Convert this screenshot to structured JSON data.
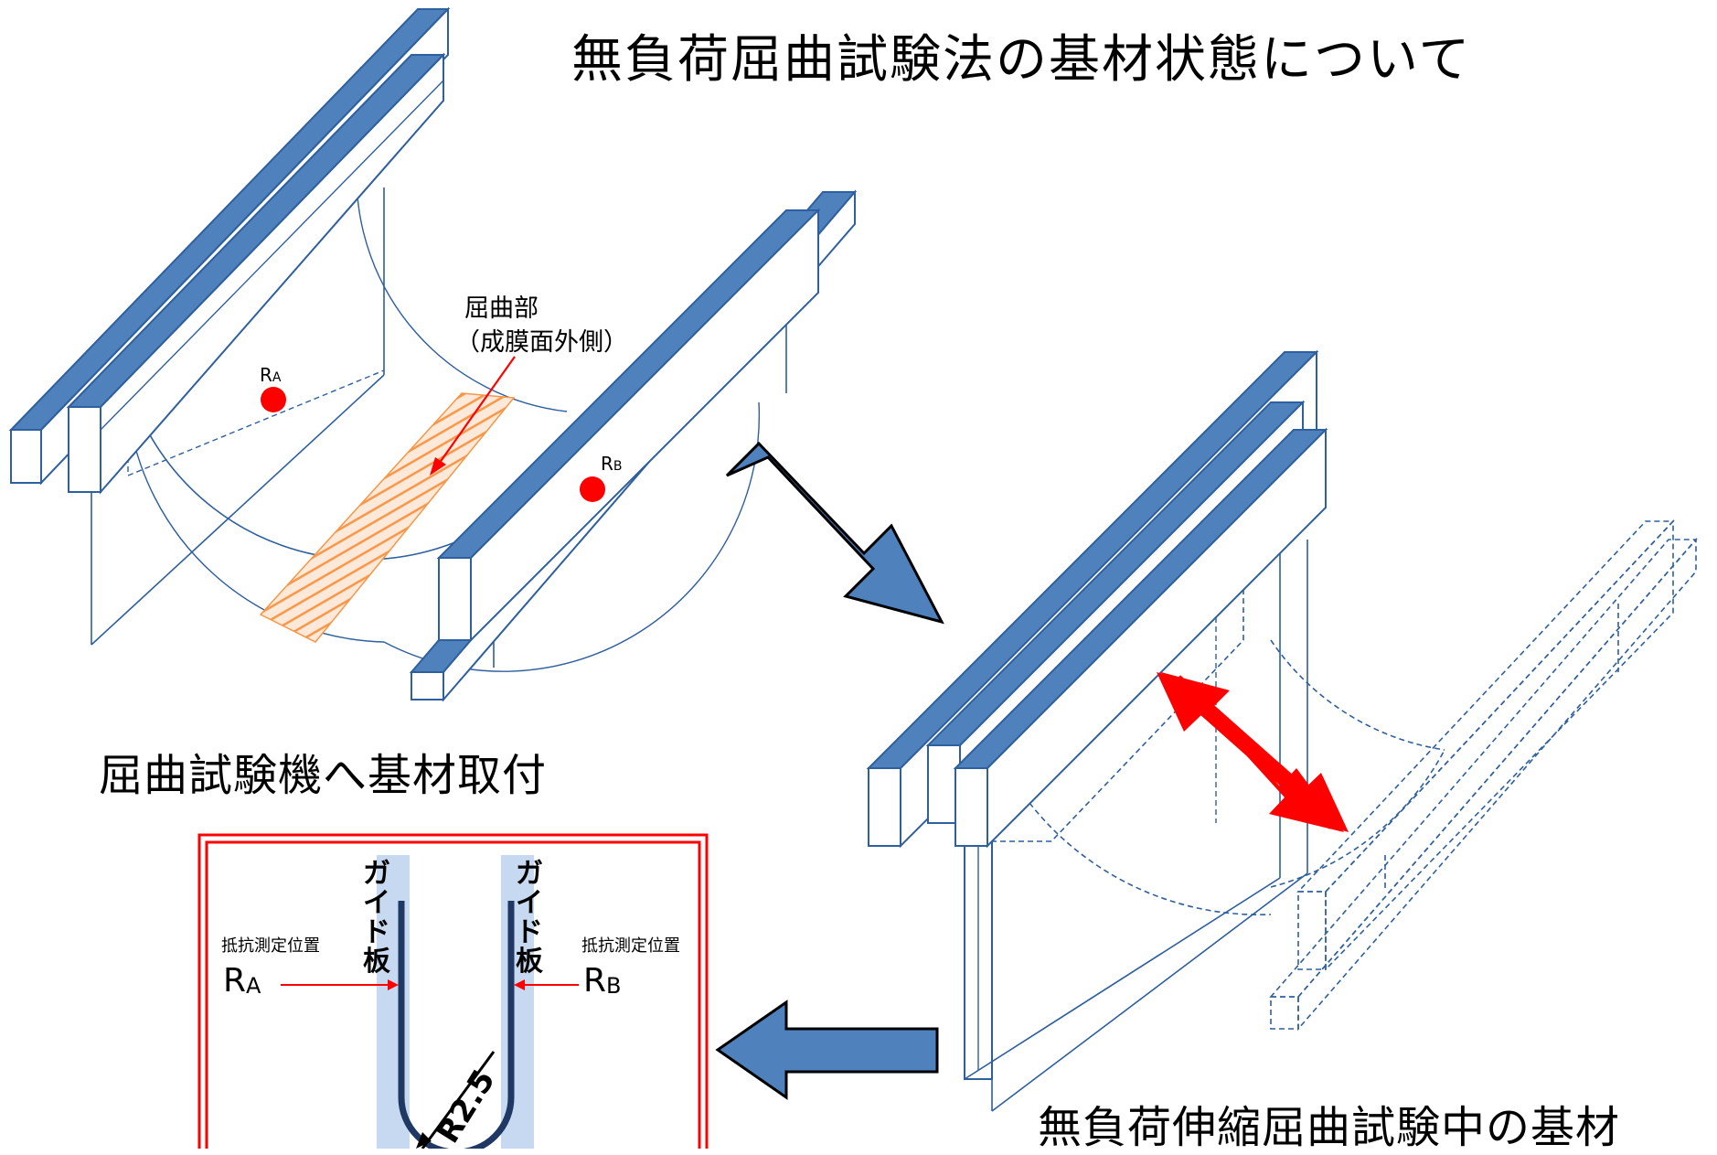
{
  "title": "無負荷屈曲試験法の基材状態について",
  "labels": {
    "mounting": "屈曲試験機へ基材取付",
    "during_test": "無負荷伸縮屈曲試験中の基材",
    "bend_part_line1": "屈曲部",
    "bend_part_line2": "（成膜面外側）",
    "ra_main": "R",
    "ra_sub": "A",
    "rb_main": "R",
    "rb_sub": "B"
  },
  "cross_section": {
    "measure_left": "抵抗測定位置",
    "measure_right": "抵抗測定位置",
    "guide_left": [
      "ガ",
      "イ",
      "ド",
      "板"
    ],
    "guide_right": [
      "ガ",
      "イ",
      "ド",
      "板"
    ],
    "ra_main": "R",
    "ra_sub": "A",
    "rb_main": "R",
    "rb_sub": "B",
    "radius": "R2.5"
  },
  "colors": {
    "plate_fill": "#4f81bd",
    "outline": "#2e5f9e",
    "arrow_fill": "#4f81bd",
    "arrow_stroke": "#000000",
    "red": "#ff0000",
    "hatch": "#f79646",
    "guide": "#c6d9f1",
    "substrate": "#1f3864"
  }
}
